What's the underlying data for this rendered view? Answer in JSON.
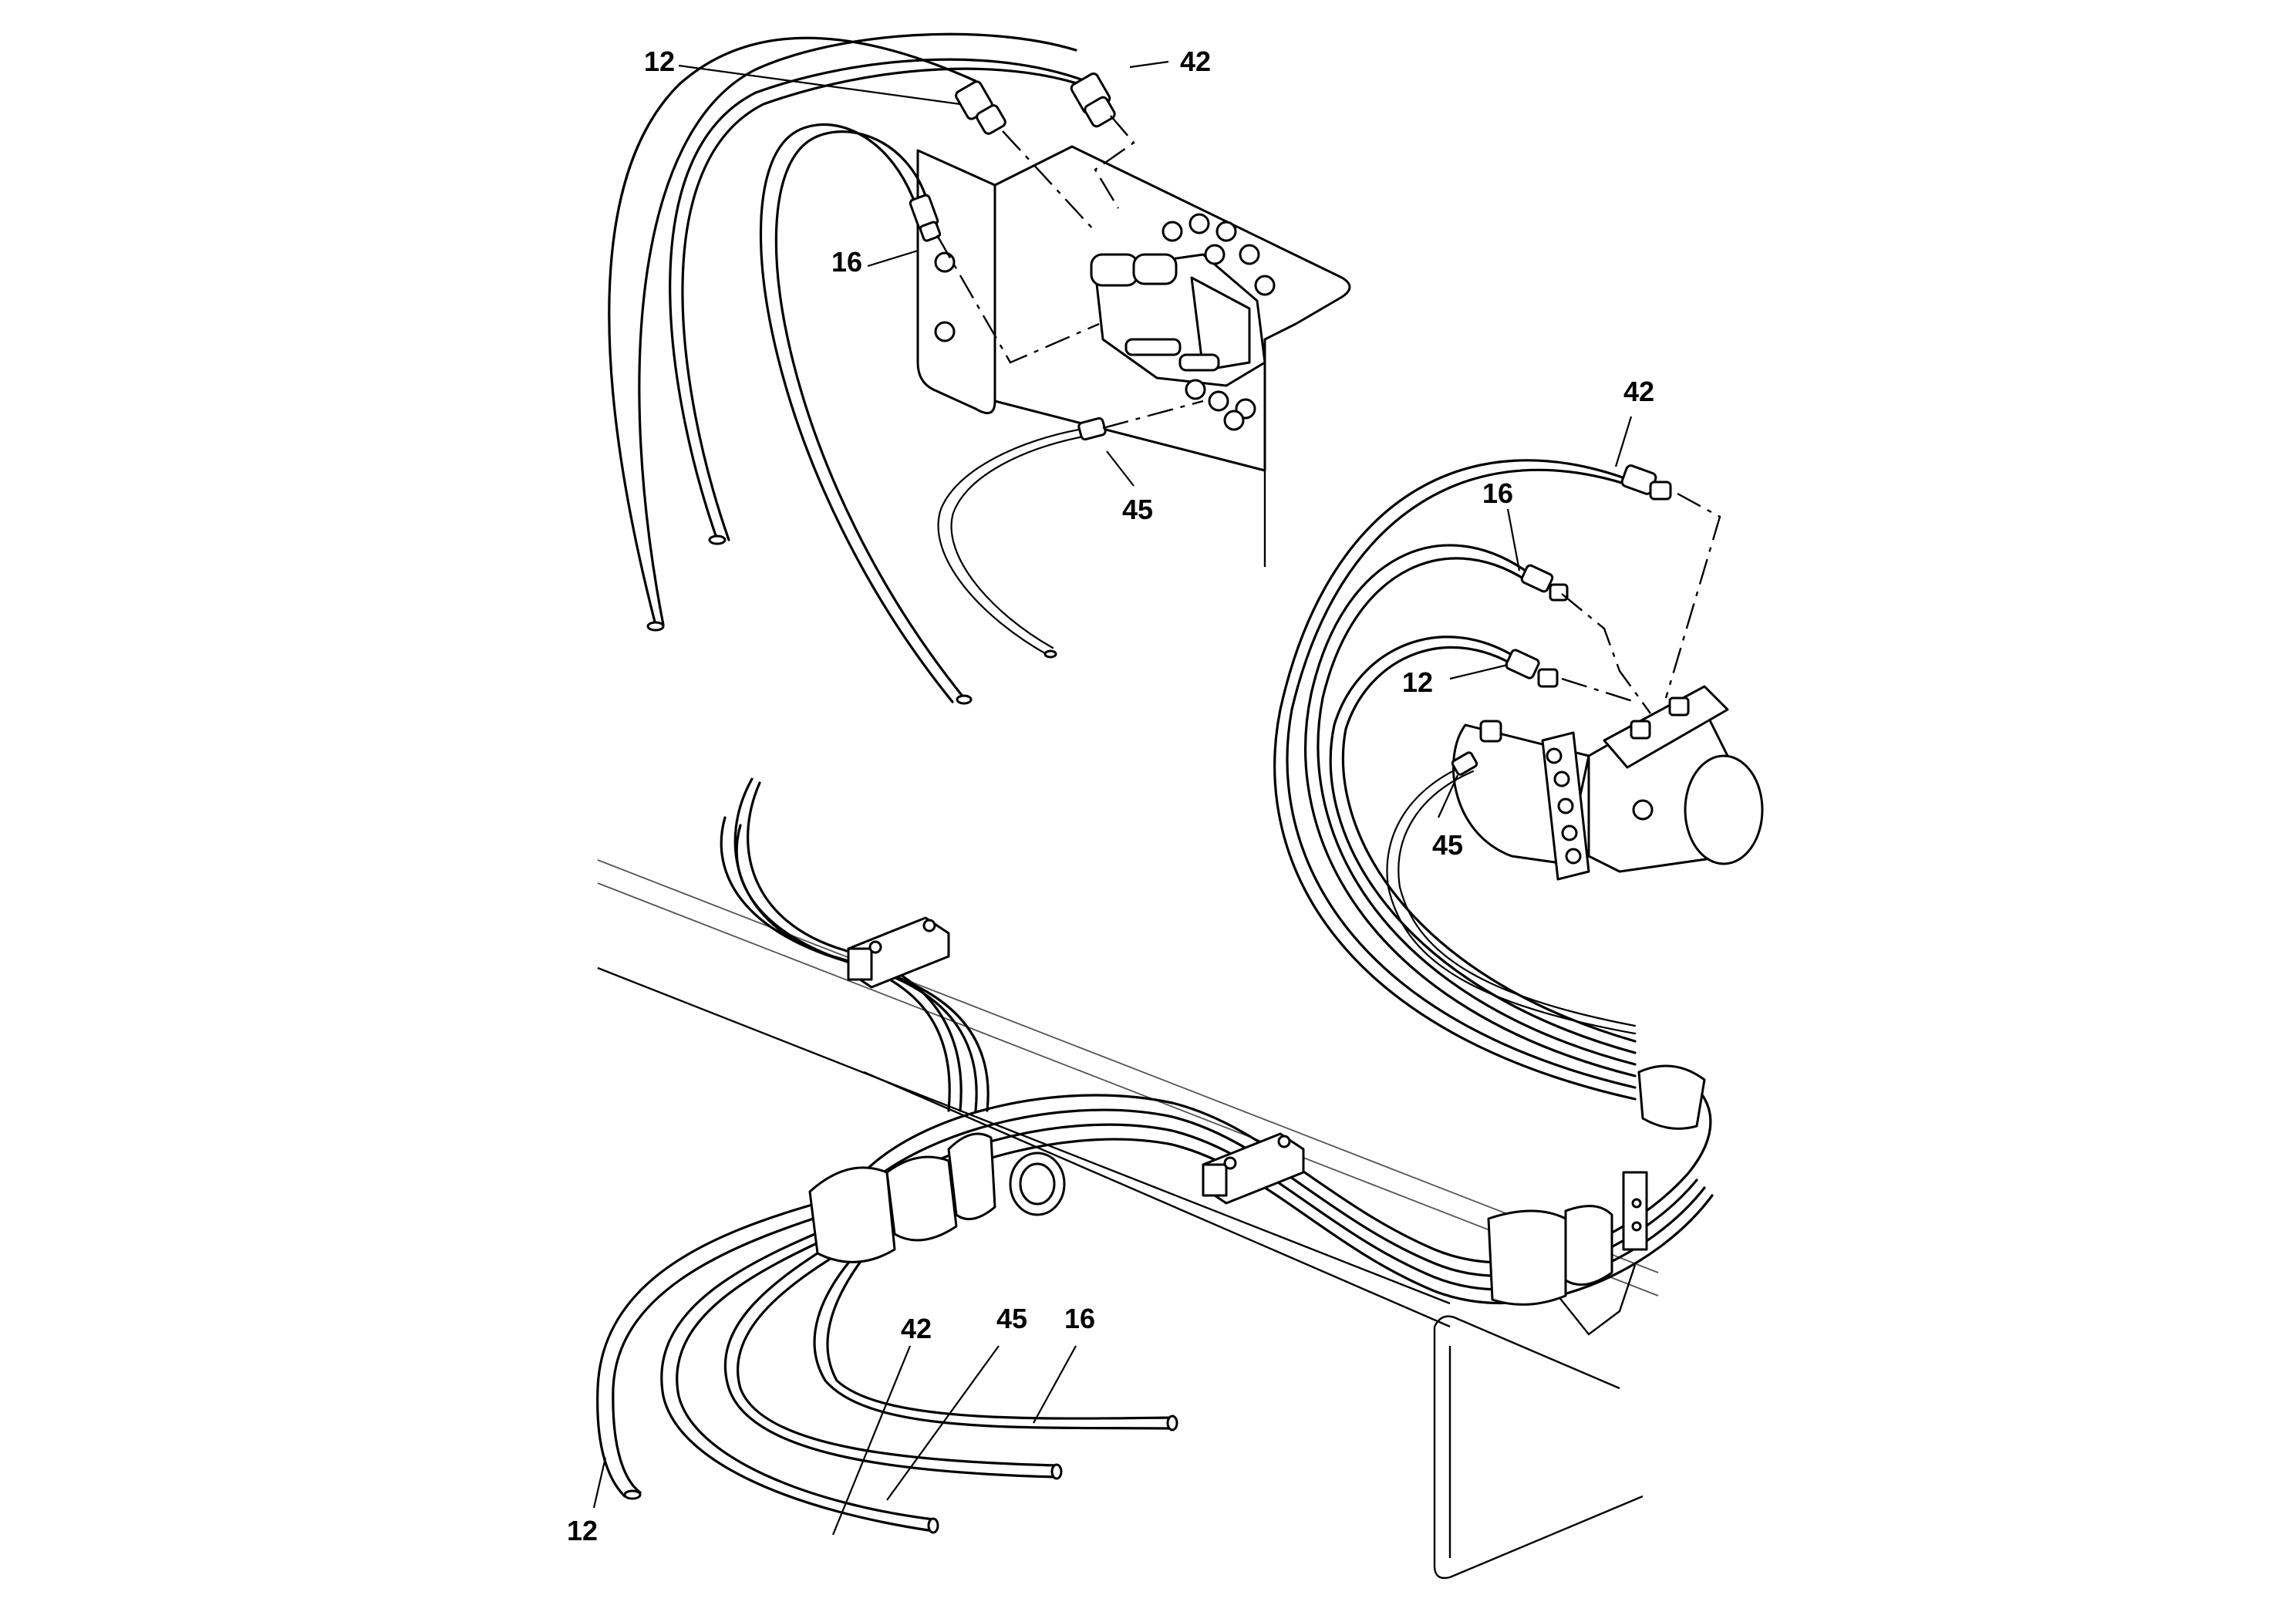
{
  "callouts": {
    "upper_valve": {
      "hose_12": "12",
      "hose_42": "42",
      "hose_16": "16",
      "hose_45": "45"
    },
    "motor": {
      "hose_42": "42",
      "hose_16": "16",
      "hose_12": "12",
      "hose_45": "45"
    },
    "bundle_ends": {
      "hose_42": "42",
      "hose_45": "45",
      "hose_16": "16",
      "hose_12": "12"
    }
  }
}
